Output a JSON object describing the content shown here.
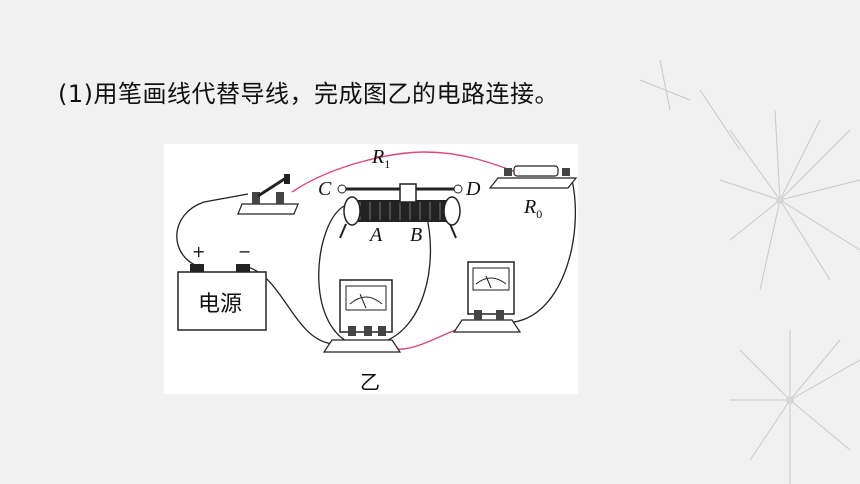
{
  "question": "(1)用笔画线代替导线，完成图乙的电路连接。",
  "figure": {
    "labels": {
      "r1": "R",
      "r1_sub": "1",
      "r0": "R",
      "r0_sub": "0",
      "c": "C",
      "d": "D",
      "a": "A",
      "b": "B",
      "plus": "+",
      "minus": "−",
      "source": "电源",
      "caption": "乙"
    },
    "colors": {
      "wire": "#222222",
      "drawn_wire": "#e0457b"
    }
  }
}
